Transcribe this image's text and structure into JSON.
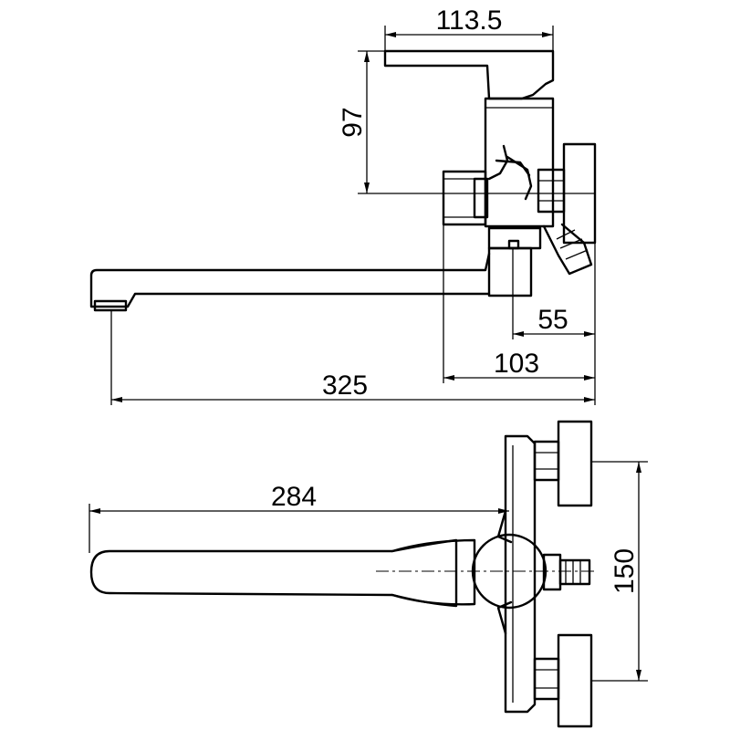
{
  "dimensions": {
    "top_width": "113.5",
    "body_height": "97",
    "handle_offset": "55",
    "wall_depth": "103",
    "spout_reach_side": "325",
    "spout_length_top": "284",
    "center_distance": "150"
  },
  "colors": {
    "line": "#000000",
    "background": "#ffffff"
  }
}
